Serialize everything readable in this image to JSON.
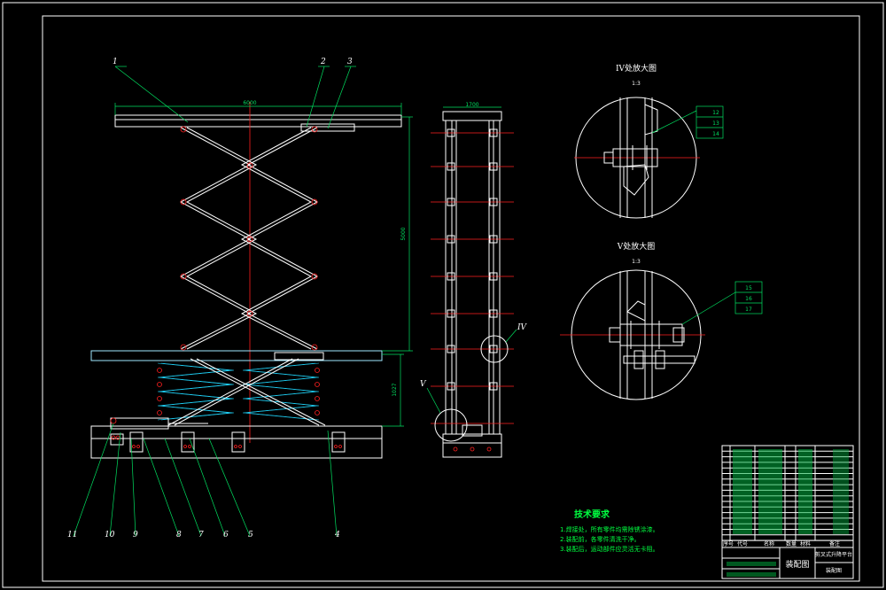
{
  "part_labels": [
    "1",
    "2",
    "3",
    "4",
    "5",
    "6",
    "7",
    "8",
    "9",
    "10",
    "11"
  ],
  "detail_labels": {
    "iv": "IV",
    "v": "V"
  },
  "dimensions": {
    "platform_width": "6000",
    "total_height": "5000",
    "lower_height": "1027",
    "side_width": "1700"
  },
  "detail_views": {
    "iv": {
      "title": "IV处放大图",
      "scale": "1:3",
      "callouts": [
        "12",
        "13",
        "14"
      ]
    },
    "v": {
      "title": "V处放大图",
      "scale": "1:3",
      "callouts": [
        "15",
        "16",
        "17"
      ]
    }
  },
  "tech_requirements": {
    "title": "技术要求",
    "items": [
      "1.焊接处，所有零件均需除锈涂漆。",
      "2.装配前，各零件清洗干净。",
      "3.装配后，运动部件应灵活无卡阻。"
    ]
  },
  "title_block": {
    "drawing_name": "装配图",
    "product_name": "剪叉式升降平台",
    "sheet_note": "装配图",
    "header_cols": [
      "序号",
      "代号",
      "名称",
      "数量",
      "材料",
      "备注"
    ]
  },
  "colors": {
    "background": "#000000",
    "lines": "#ffffff",
    "center": "#ff2020",
    "dims": "#00e060",
    "cylinder": "#20d8ff"
  }
}
